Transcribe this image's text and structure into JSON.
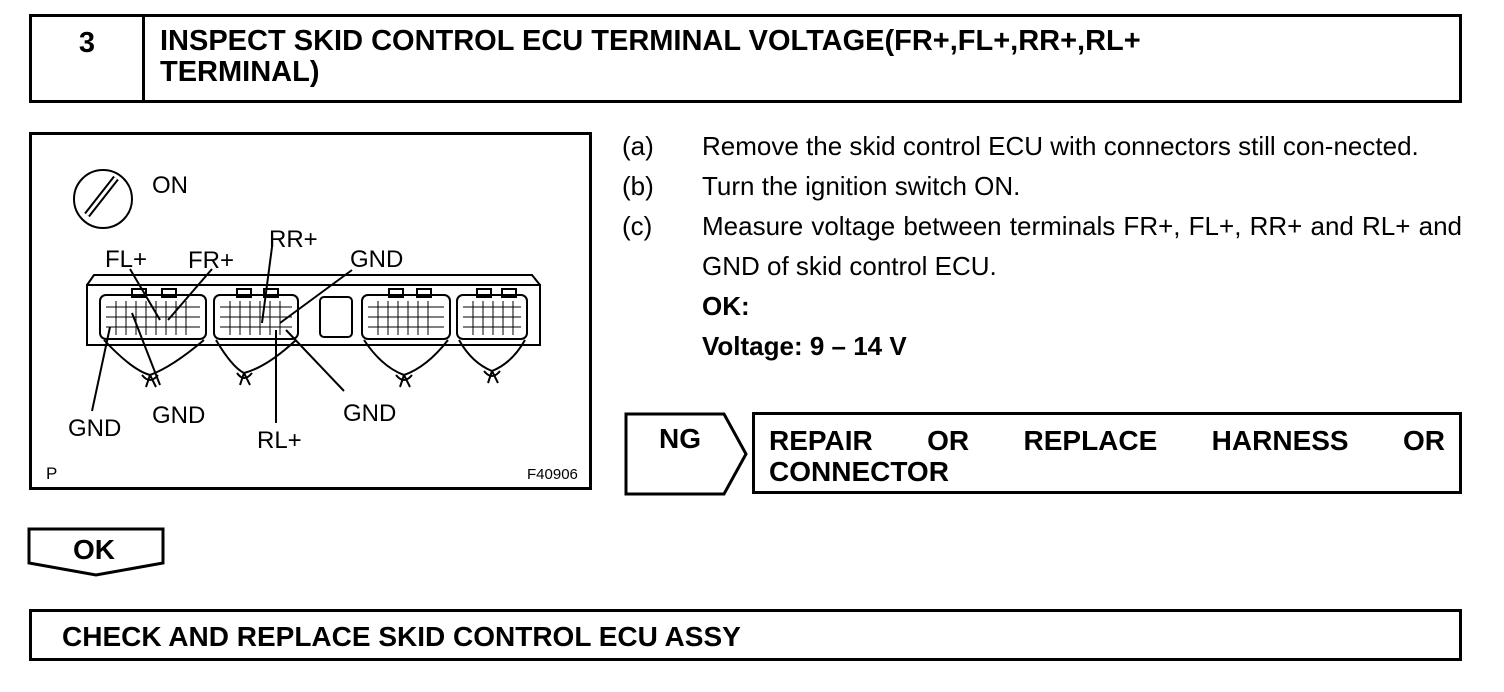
{
  "step": {
    "number": "3",
    "title_line1": "INSPECT SKID CONTROL ECU TERMINAL VOLTAGE(FR+,FL+,RR+,RL+",
    "title_line2": "TERMINAL)"
  },
  "figure": {
    "switch_label": "ON",
    "labels": {
      "fl_plus": "FL+",
      "fr_plus": "FR+",
      "rr_plus": "RR+",
      "gnd_top": "GND",
      "gnd_left": "GND",
      "gnd_mid": "GND",
      "rl_plus": "RL+",
      "gnd_right": "GND"
    },
    "corner_left": "P",
    "figure_id": "F40906",
    "icons": [
      "ignition-switch-icon",
      "ecu-connector-icon"
    ]
  },
  "instructions": [
    {
      "letter": "(a)",
      "text": "Remove the skid control ECU with connectors still con-nected."
    },
    {
      "letter": "(b)",
      "text": "Turn the ignition switch ON."
    },
    {
      "letter": "(c)",
      "text": "Measure voltage between terminals FR+, FL+, RR+ and RL+ and GND of skid control ECU."
    }
  ],
  "spec": {
    "heading": "OK:",
    "value": "Voltage: 9 – 14 V"
  },
  "ng": {
    "label": "NG",
    "result_line1": "REPAIR OR REPLACE HARNESS OR",
    "result_line2": "CONNECTOR"
  },
  "ok": {
    "label": "OK"
  },
  "final": {
    "text": "CHECK AND REPLACE SKID CONTROL ECU ASSY"
  }
}
